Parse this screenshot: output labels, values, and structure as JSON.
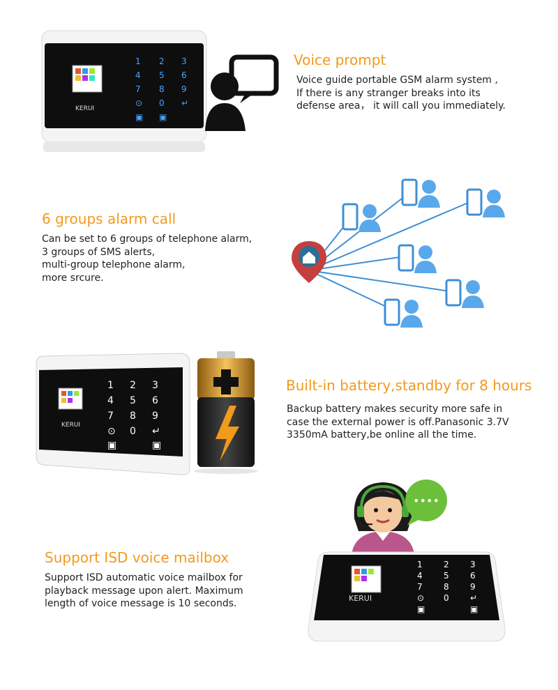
{
  "brand": "KERUI",
  "keypad": [
    "1",
    "2",
    "3",
    "4",
    "5",
    "6",
    "7",
    "8",
    "9",
    "⊙",
    "0",
    "↵",
    "▣",
    "▣"
  ],
  "features": [
    {
      "title": "Voice prompt",
      "body": "Voice guide portable GSM alarm system ,\nIf there is any stranger breaks into its\ndefense area， it will call you immediately."
    },
    {
      "title": "6 groups alarm call",
      "body": "Can be set to 6 groups of telephone alarm,\n3 groups of SMS alerts,\nmulti-group telephone alarm,\nmore srcure."
    },
    {
      "title": "Built-in battery,standby for 8 hours",
      "body": "Backup battery makes security more safe in\ncase the external power is off.Panasonic 3.7V\n3350mA battery,be online all the time."
    },
    {
      "title": "Support ISD voice mailbox",
      "body": " Support ISD automatic voice mailbox for\nplayback message upon alert. Maximum\nlength of voice message is 10 seconds."
    }
  ],
  "speech_dots": "••••",
  "colors": {
    "accent": "#f29a1c",
    "network": "#3d8fd6",
    "pin": "#c63f3f",
    "bubble": "#6cbf3a"
  }
}
